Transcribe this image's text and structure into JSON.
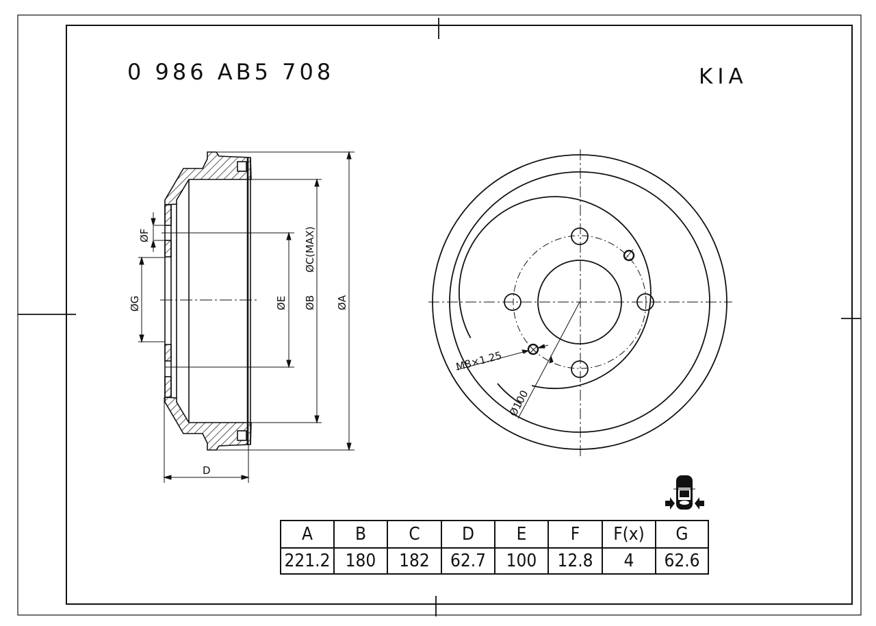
{
  "header": {
    "part_number": "0 986 AB5 708",
    "brand": "KIA"
  },
  "side_view": {
    "labels": {
      "F": "ØF",
      "G": "ØG",
      "E": "ØE",
      "B": "ØB",
      "C": "ØC(MAX)",
      "A": "ØA",
      "D": "D"
    }
  },
  "front_view": {
    "thread_label": "M8×1.25",
    "bolt_circle_label": "Ø100",
    "bolt_holes": 4
  },
  "icon": {
    "name": "rear-axle-vehicle-icon"
  },
  "spec_table": {
    "headers": [
      "A",
      "B",
      "C",
      "D",
      "E",
      "F",
      "F(x)",
      "G"
    ],
    "values": [
      "221.2",
      "180",
      "182",
      "62.7",
      "100",
      "12.8",
      "4",
      "62.6"
    ]
  },
  "colors": {
    "line": "#111111",
    "background": "#ffffff"
  }
}
